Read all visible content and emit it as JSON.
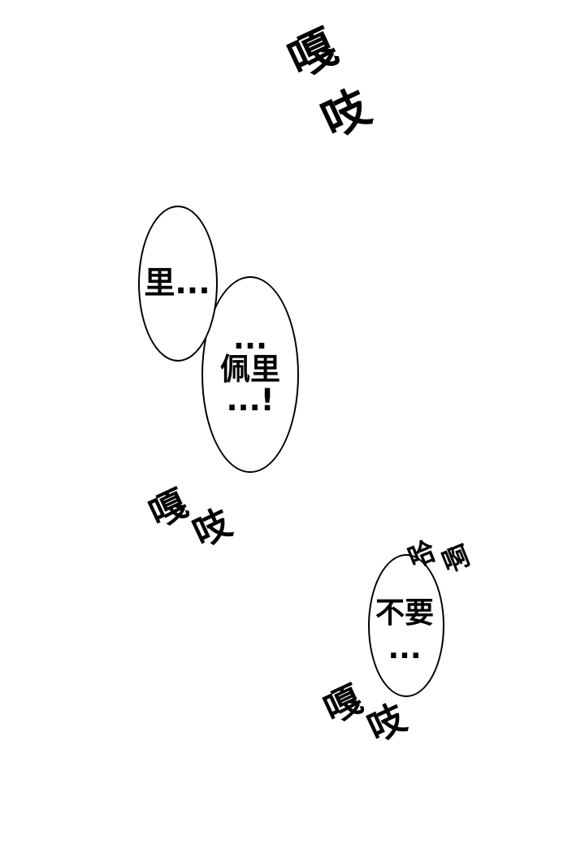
{
  "colors": {
    "paper": "#ffffff",
    "ink": "#000000"
  },
  "sfx": {
    "creak_top": {
      "chars": [
        "嘎",
        "吱"
      ]
    },
    "creak_middle": {
      "chars": [
        "嘎",
        "吱"
      ]
    },
    "creak_bottom": {
      "chars": [
        "嘎",
        "吱"
      ]
    },
    "gasp": {
      "chars": [
        "哈",
        "啊"
      ]
    }
  },
  "bubbles": {
    "bubble1": {
      "lines": [
        "里..."
      ]
    },
    "bubble2": {
      "lines": [
        "...",
        "佩里",
        "...!"
      ]
    },
    "bubble3": {
      "lines": [
        "不要",
        "..."
      ]
    }
  }
}
